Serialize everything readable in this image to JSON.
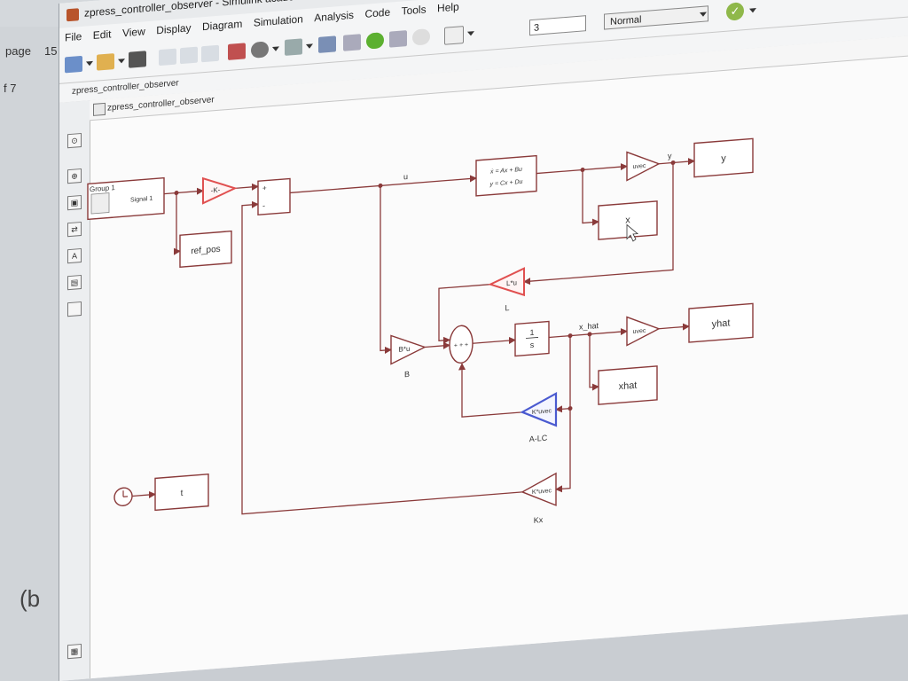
{
  "background": {
    "left_labels": [
      "page",
      "15",
      "f 7"
    ],
    "bottom_label": "(b"
  },
  "window": {
    "title": "zpress_controller_observer - Simulink academic use",
    "menus": [
      "File",
      "Edit",
      "View",
      "Display",
      "Diagram",
      "Simulation",
      "Analysis",
      "Code",
      "Tools",
      "Help"
    ],
    "stop_time": "3",
    "sim_mode": "Normal",
    "breadcrumb": "zpress_controller_observer",
    "model_path": "zpress_controller_observer"
  },
  "blocks": {
    "signal_builder": {
      "title": "Group 1",
      "port": "Signal 1"
    },
    "gain_k": "-K-",
    "sum_ref": {
      "plus": "+",
      "minus": "-"
    },
    "ref_pos": "ref_pos",
    "state_space": {
      "line1": "ẋ = Ax + Bu",
      "line2": "y = Cx + Du"
    },
    "gain_c": "uvec",
    "y": "y",
    "x": "x",
    "gain_l": {
      "text": "L*u",
      "label": "L"
    },
    "gain_b": {
      "text": "B*u",
      "label": "B"
    },
    "sum_obs": {
      "signs": "+ + +"
    },
    "integrator": {
      "num": "1",
      "den": "s"
    },
    "gain_c_hat": "uvec",
    "yhat": "yhat",
    "xhat": "xhat",
    "gain_alc": {
      "text": "K*uvec",
      "label": "A-LC"
    },
    "clock_out": "t",
    "gain_kx": {
      "text": "K*uvec",
      "label": "Kx"
    }
  },
  "signals": {
    "u": "u",
    "y": "y",
    "x_hat": "x_hat"
  },
  "colors": {
    "block_line": "#8a3a3a",
    "highlight_red": "#e05050",
    "highlight_blue": "#4a5ad0",
    "run_green": "#5cb030"
  }
}
